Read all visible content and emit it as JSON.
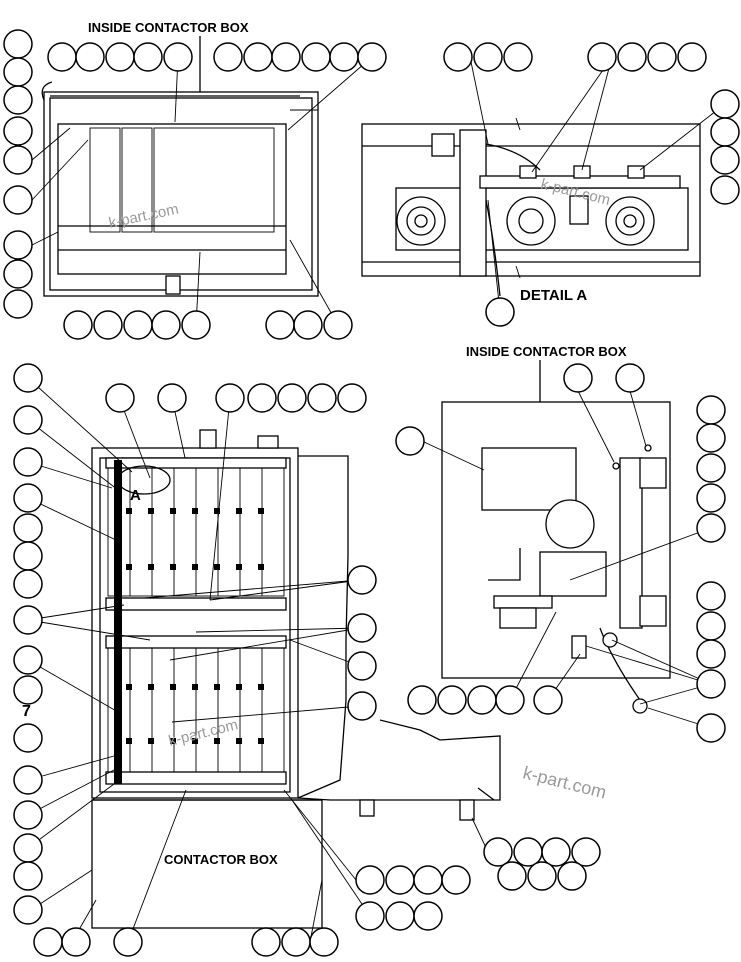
{
  "labels": {
    "inside_contactor_box_top": "INSIDE CONTACTOR BOX",
    "inside_contactor_box_right": "INSIDE CONTACTOR BOX",
    "detail_a": "DETAIL A",
    "contactor_box": "CONTACTOR BOX",
    "detail_marker": "A",
    "callout_number": "7"
  },
  "watermark": {
    "text": "k-part.com"
  }
}
